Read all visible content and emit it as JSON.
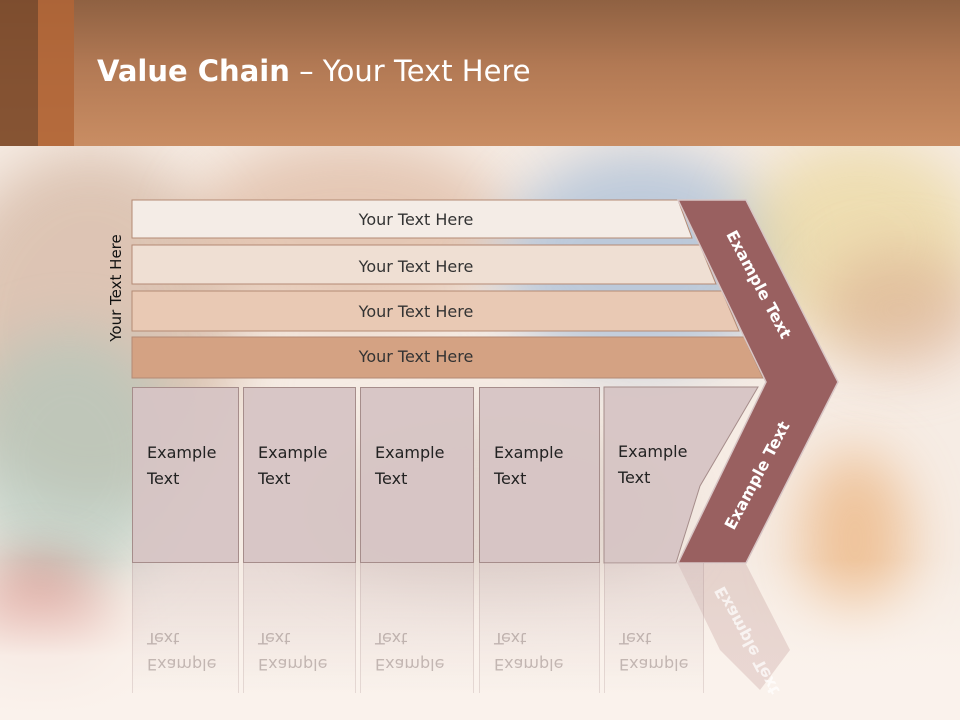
{
  "title": {
    "bold": "Value Chain",
    "rest": " – Your Text Here"
  },
  "side_label": "Your Text Here",
  "bands": [
    {
      "label": "Your Text Here",
      "color": "#f4ece6"
    },
    {
      "label": "Your Text Here",
      "color": "#efdfd3"
    },
    {
      "label": "Your Text Here",
      "color": "#e9c9b4"
    },
    {
      "label": "Your Text Here",
      "color": "#d4a283"
    }
  ],
  "boxes": [
    {
      "line1": "Example",
      "line2": "Text"
    },
    {
      "line1": "Example",
      "line2": "Text"
    },
    {
      "line1": "Example",
      "line2": "Text"
    },
    {
      "line1": "Example",
      "line2": "Text"
    },
    {
      "line1": "Example",
      "line2": "Text"
    }
  ],
  "chevron": {
    "upper_label": "Example Text",
    "lower_label": "Example Text",
    "color": "#996060"
  }
}
